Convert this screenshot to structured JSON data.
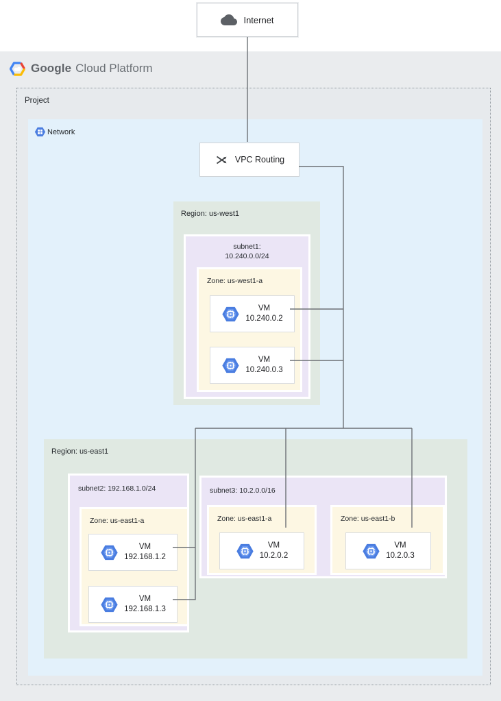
{
  "internet": {
    "label": "Internet"
  },
  "logo": {
    "google": "Google",
    "cloud_platform": "Cloud Platform"
  },
  "project": {
    "label": "Project"
  },
  "network": {
    "label": "Network"
  },
  "vpc": {
    "label": "VPC Routing"
  },
  "regions": {
    "west": {
      "label": "Region: us-west1",
      "subnet1": {
        "label_line1": "subnet1:",
        "label_line2": "10.240.0.0/24",
        "zone": {
          "label": "Zone: us-west1-a",
          "vms": [
            {
              "name": "VM",
              "ip": "10.240.0.2"
            },
            {
              "name": "VM",
              "ip": "10.240.0.3"
            }
          ]
        }
      }
    },
    "east": {
      "label": "Region: us-east1",
      "subnet2": {
        "label": "subnet2: 192.168.1.0/24",
        "zone": {
          "label": "Zone: us-east1-a",
          "vms": [
            {
              "name": "VM",
              "ip": "192.168.1.2"
            },
            {
              "name": "VM",
              "ip": "192.168.1.3"
            }
          ]
        }
      },
      "subnet3": {
        "label": "subnet3: 10.2.0.0/16",
        "zones": [
          {
            "label": "Zone: us-east1-a",
            "vm": {
              "name": "VM",
              "ip": "10.2.0.2"
            }
          },
          {
            "label": "Zone: us-east1-b",
            "vm": {
              "name": "VM",
              "ip": "10.2.0.3"
            }
          }
        ]
      }
    }
  },
  "icons": {
    "cloud": "cloud-icon",
    "vpc_routing": "crossed-arrows-routing-icon",
    "network": "network-hexagon-icon",
    "vm": "compute-engine-hexagon-icon",
    "gcp_logo": "gcp-hexagon-logo"
  },
  "colors": {
    "canvas_band": "#eaecee",
    "project_bg": "#e7eaed",
    "network_bg": "#e3f1fb",
    "region_bg": "#e0e9e2",
    "subnet_bg": "#ebe5f6",
    "zone_bg": "#fdf7e3",
    "vm_icon_blue": "#4a7de0",
    "connector_gray": "#6d7175",
    "logo_blue": "#4285f4",
    "logo_red": "#ea4335",
    "logo_yellow": "#fbbc05"
  }
}
